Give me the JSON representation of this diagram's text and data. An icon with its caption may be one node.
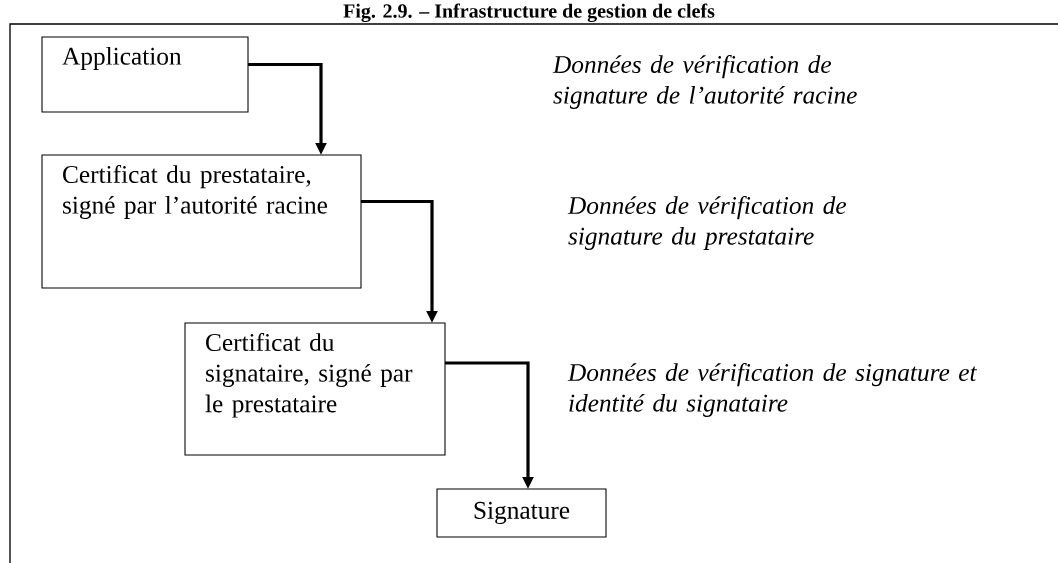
{
  "diagram": {
    "title": "Fig. 2.9. – Infrastructure de gestion de clefs",
    "nodes": [
      {
        "text": [
          "Application"
        ]
      },
      {
        "text": [
          "Certificat du prestataire, signé par l’autorité racine"
        ]
      },
      {
        "text": [
          "Certificat du signataire, signé par le prestataire"
        ]
      },
      {
        "text": [
          "Signature"
        ]
      }
    ],
    "edges": [
      {
        "from": 0,
        "to": 1,
        "arrow": "to"
      },
      {
        "from": 1,
        "to": 2,
        "arrow": "to"
      },
      {
        "from": 2,
        "to": 3,
        "arrow": "to"
      }
    ],
    "labels": [
      "Données de vérification de signature de l’autorité racine",
      "Données de vérification de signature du prestataire",
      "Données de vérification de signature et identité du signataire"
    ]
  }
}
